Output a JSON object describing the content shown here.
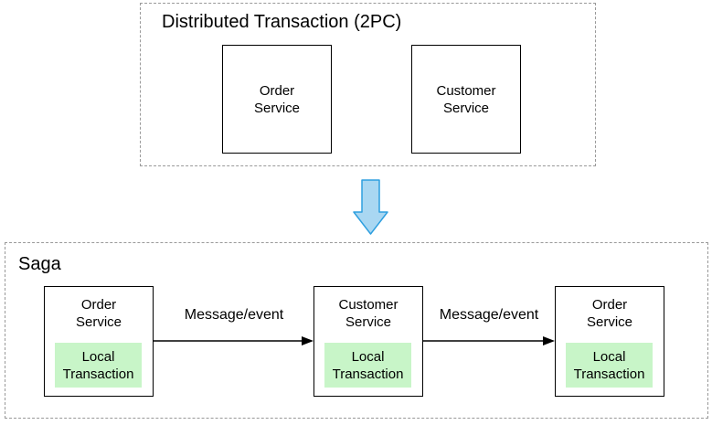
{
  "top_section": {
    "title": "Distributed Transaction (2PC)",
    "boxes": [
      {
        "label": "Order\nService"
      },
      {
        "label": "Customer\nService"
      }
    ]
  },
  "transition": {
    "icon": "down-arrow"
  },
  "bottom_section": {
    "title": "Saga",
    "boxes": [
      {
        "label": "Order\nService",
        "sub_label": "Local\nTransaction"
      },
      {
        "label": "Customer\nService",
        "sub_label": "Local\nTransaction"
      },
      {
        "label": "Order\nService",
        "sub_label": "Local\nTransaction"
      }
    ],
    "arrows": [
      {
        "label": "Message/event"
      },
      {
        "label": "Message/event"
      }
    ]
  },
  "colors": {
    "local_transaction_bg": "#c8f5c8",
    "arrow_fill": "#a9d7f2",
    "arrow_stroke": "#2e9fdf",
    "dashed_border": "#999999",
    "box_border": "#000000",
    "connector": "#000000",
    "text": "#000000"
  }
}
